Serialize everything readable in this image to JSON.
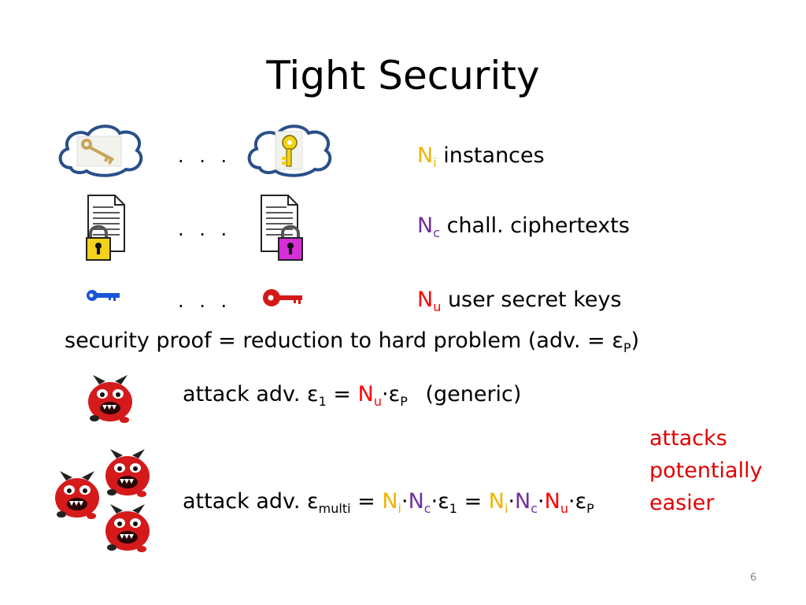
{
  "slide": {
    "title": "Tight Security",
    "dots": ". . .",
    "rows": [
      {
        "n": "N",
        "sub": "i",
        "label": "instances"
      },
      {
        "n": "N",
        "sub": "c",
        "label": "chall. ciphertexts"
      },
      {
        "n": "N",
        "sub": "u",
        "label": "user secret keys"
      }
    ],
    "proof": {
      "text": "security proof = reduction to hard problem (adv. = ε",
      "sub": "P",
      "close": ")"
    },
    "attack1": {
      "prefix": "attack adv.  ε",
      "sub1": "1",
      "eq": " = ",
      "nu": "N",
      "nu_sub": "u",
      "dot": "·",
      "eps": "ε",
      "eps_sub": "P",
      "suffix": "(generic)"
    },
    "attack2": {
      "prefix": "attack adv.  ε",
      "sub_multi": "multi",
      "eq": " = ",
      "n": "N",
      "i": "i",
      "c": "c",
      "u": "u",
      "dot": "·",
      "eps": "ε",
      "one": "1",
      "p": "P"
    },
    "note": [
      "attacks",
      "potentially",
      "easier"
    ],
    "page_number": "6"
  },
  "colors": {
    "instances": "#f0b400",
    "ciphertexts": "#7030a0",
    "keys": "#ff0000",
    "note": "#e00000"
  },
  "icons": [
    "cloud-key-icon",
    "document-lock-icon",
    "key-icon",
    "devil-icon"
  ]
}
